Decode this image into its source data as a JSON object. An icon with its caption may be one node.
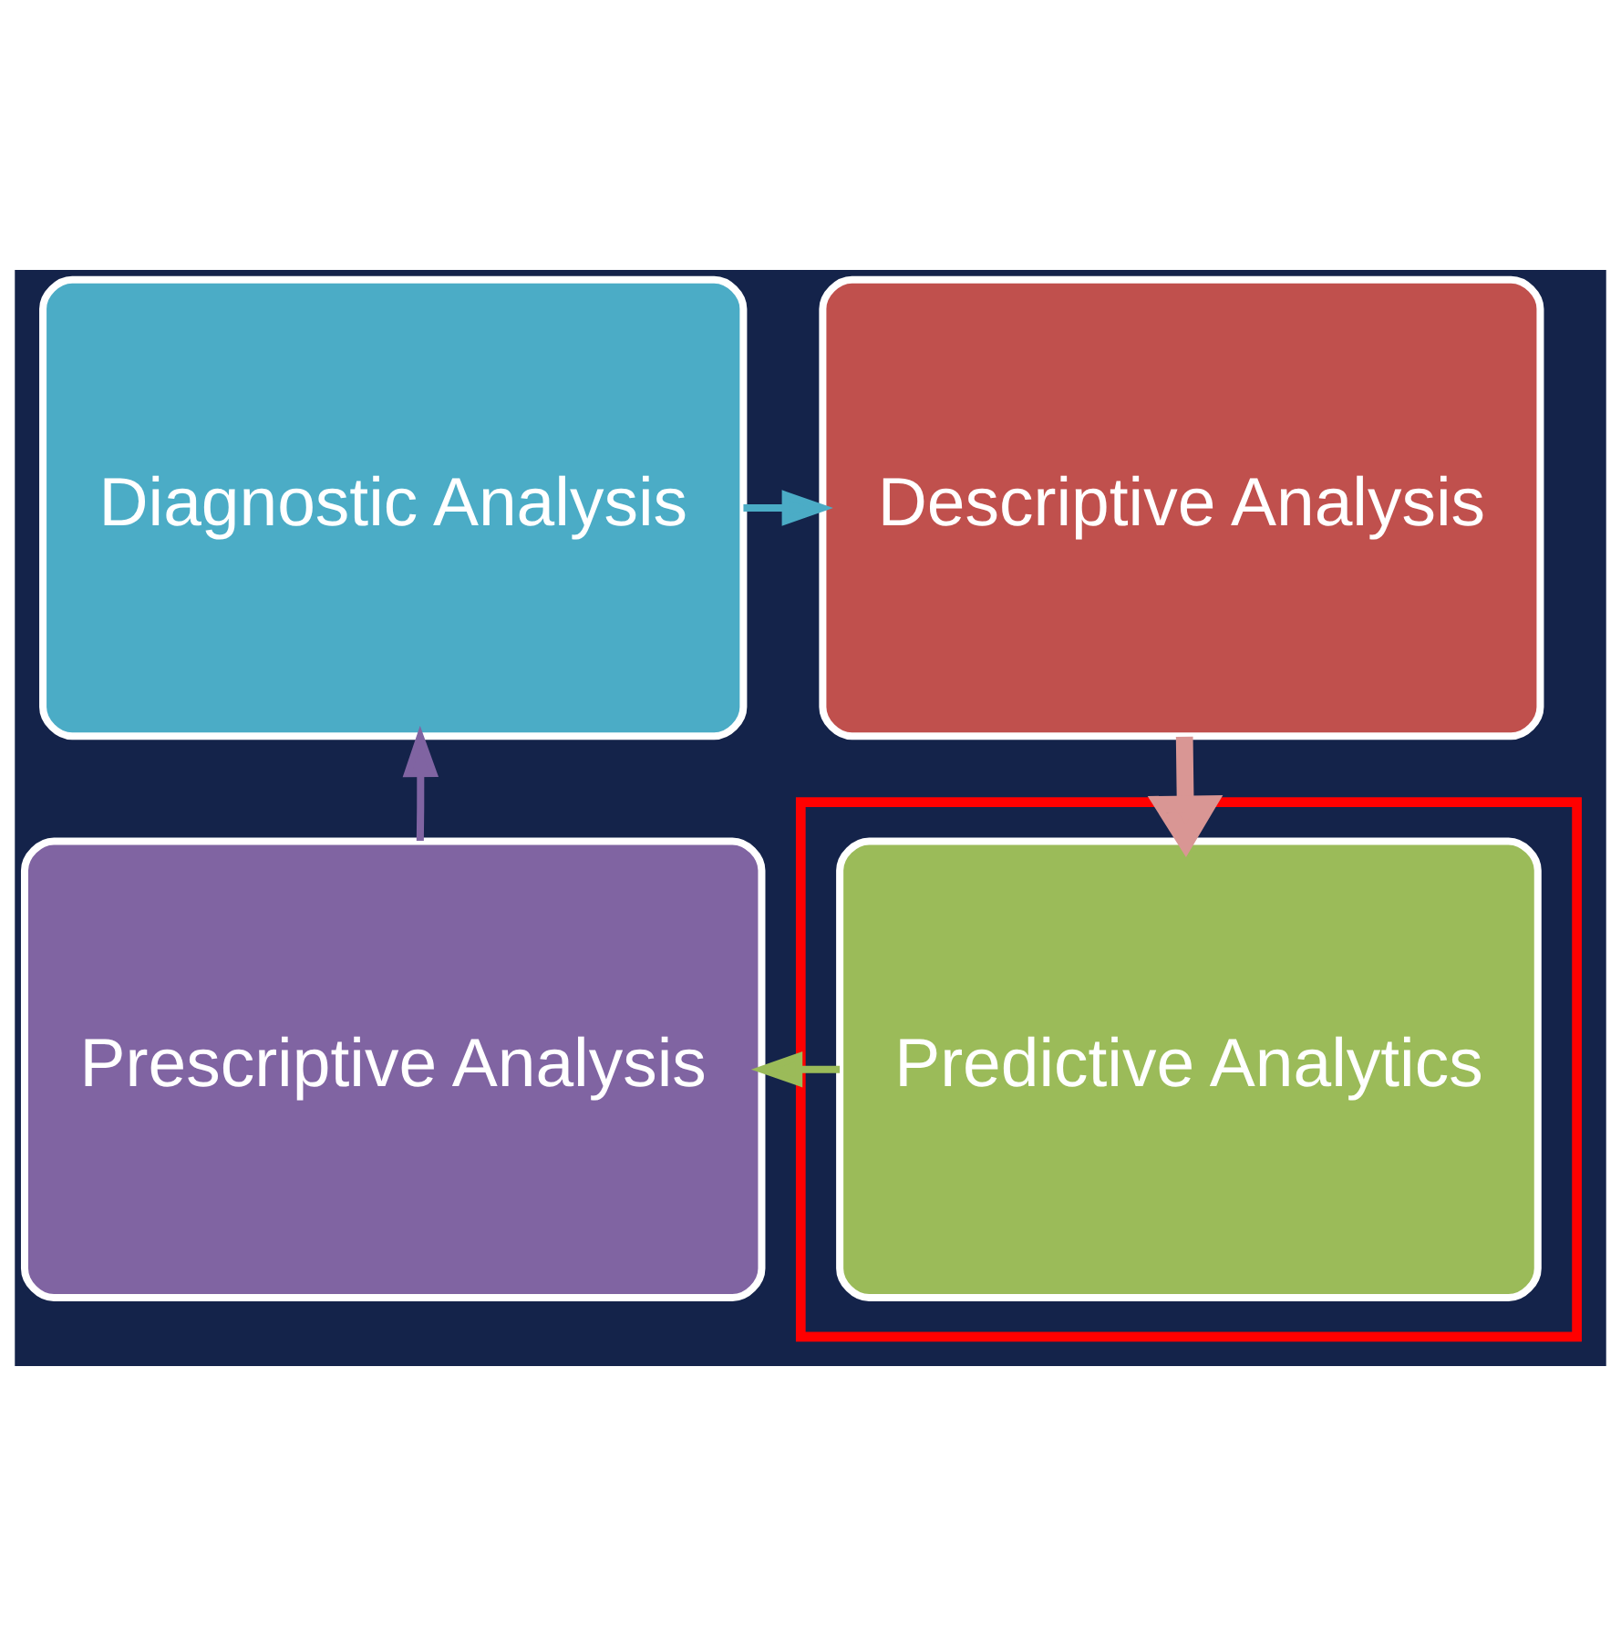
{
  "diagram": {
    "nodes": [
      {
        "text": [
          "Diagnostic Analysis"
        ]
      },
      {
        "text": [
          "Descriptive Analysis"
        ]
      },
      {
        "text": [],
        "shape": "box"
      },
      {
        "text": [
          "Predictive Analytics"
        ],
        "in": 2
      },
      {
        "text": [
          "Prescriptive Analysis"
        ]
      }
    ],
    "edges": [
      {
        "from": 1,
        "to": 3,
        "arrow": "to",
        "color": "#d99694",
        "style": "thick"
      },
      {
        "from": 3,
        "to": 4,
        "arrow": "to",
        "color": "#9bbb59"
      },
      {
        "from": 4,
        "to": 0,
        "arrow": "to",
        "color": "#8064a2"
      },
      {
        "from": 0,
        "to": 1,
        "arrow": "to",
        "color": "#4bacc6"
      }
    ]
  }
}
